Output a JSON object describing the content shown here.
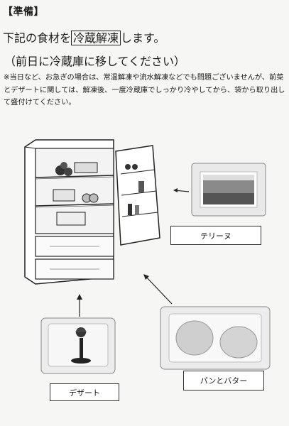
{
  "header": {
    "title": "【準備】"
  },
  "instruction": {
    "prefix": "下記の食材を",
    "highlight": "冷蔵解凍",
    "suffix": "します。",
    "subline": "（前日に冷蔵庫に移してください）"
  },
  "note": "※当日など、お急ぎの場合は、常温解凍や流水解凍などでも問題ございませんが、前菜とデザートに関しては、解凍後、一度冷蔵庫でしっかり冷やしてから、袋から取り出して盛付けてください。",
  "items": [
    {
      "label": "テリーヌ"
    },
    {
      "label": "パンとバター"
    },
    {
      "label": "デザート"
    }
  ]
}
